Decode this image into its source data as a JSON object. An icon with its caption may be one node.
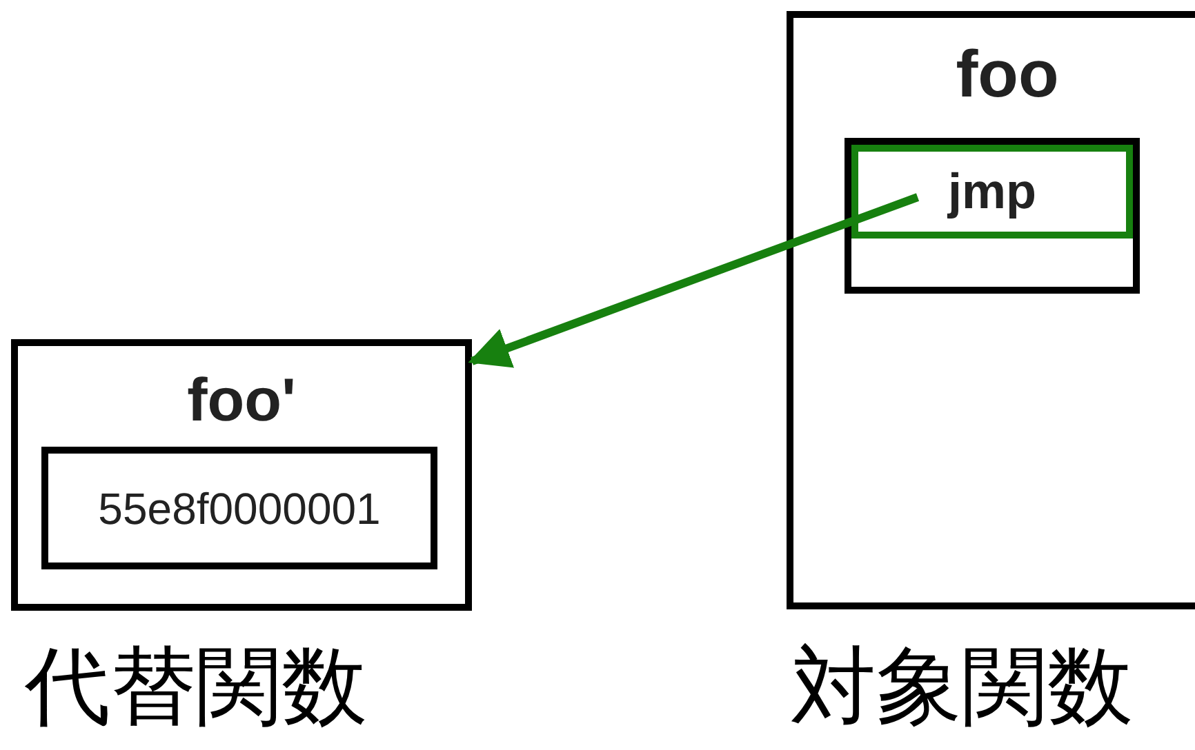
{
  "diagram": {
    "nodes": [
      {
        "text": [
          "foo'"
        ],
        "beside": [
          "代替関数"
        ]
      },
      {
        "text": [
          "55e8f0000001"
        ],
        "in": 0
      },
      {
        "text": [
          "foo"
        ],
        "beside": [
          "対象関数"
        ]
      },
      {
        "text": [],
        "shape": "box",
        "in": 2
      },
      {
        "text": [
          "jmp"
        ],
        "in": 3
      }
    ],
    "edges": [
      {
        "from": 4,
        "to": 0,
        "arrow": "to",
        "color": "#17800f"
      }
    ]
  }
}
